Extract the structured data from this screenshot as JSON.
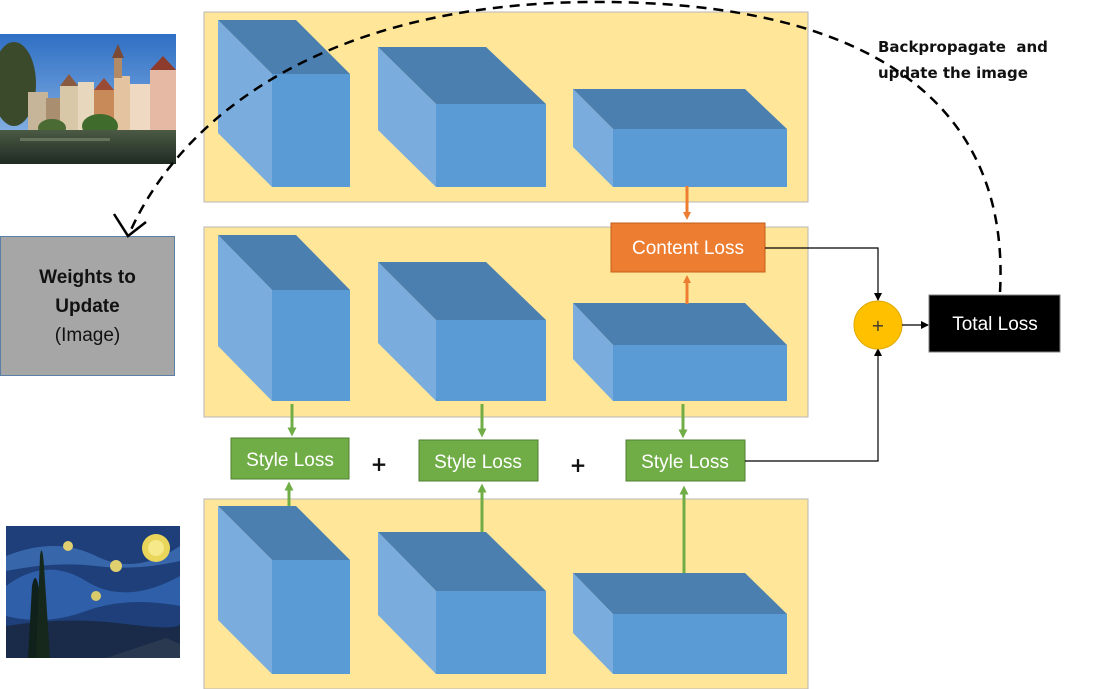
{
  "content_loss_label": "Content Loss",
  "style_loss_labels": [
    "Style Loss",
    "Style Loss",
    "Style Loss"
  ],
  "plus_signs": [
    "+",
    "+"
  ],
  "sum_symbol": "+",
  "total_loss_label": "Total Loss",
  "weights_box": {
    "title_line1": "Weights to",
    "title_line2": "Update",
    "subtitle": "(Image)"
  },
  "backprop_note": {
    "line1": "Backpropagate  and",
    "line2": "update the image"
  },
  "colors": {
    "panel_fill": "#ffe699",
    "panel_border": "#b7b7b7",
    "block_front": "#5b9bd5",
    "block_top": "#4a7fb0",
    "block_side": "#7aadde",
    "content_loss": "#ed7d31",
    "style_loss": "#70ad47",
    "sum_node": "#ffc000",
    "total_loss": "#000000",
    "weights_box": "#a6a6a6"
  }
}
